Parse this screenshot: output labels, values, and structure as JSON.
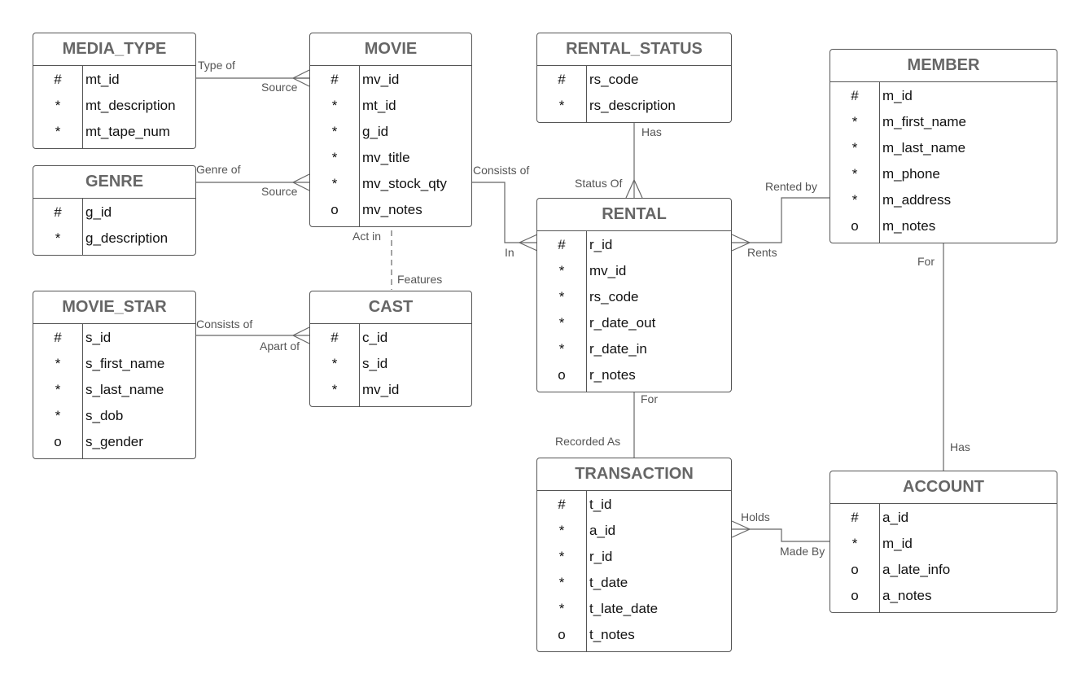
{
  "entities": [
    {
      "id": "media-type",
      "title": "MEDIA_TYPE",
      "fields": [
        {
          "m": "#",
          "n": "mt_id"
        },
        {
          "m": "*",
          "n": "mt_description"
        },
        {
          "m": "*",
          "n": "mt_tape_num"
        }
      ]
    },
    {
      "id": "movie",
      "title": "MOVIE",
      "fields": [
        {
          "m": "#",
          "n": "mv_id"
        },
        {
          "m": "*",
          "n": "mt_id"
        },
        {
          "m": "*",
          "n": "g_id"
        },
        {
          "m": "*",
          "n": "mv_title"
        },
        {
          "m": "*",
          "n": "mv_stock_qty"
        },
        {
          "m": "o",
          "n": "mv_notes"
        }
      ]
    },
    {
      "id": "rental-status",
      "title": "RENTAL_STATUS",
      "fields": [
        {
          "m": "#",
          "n": "rs_code"
        },
        {
          "m": "*",
          "n": "rs_description"
        }
      ]
    },
    {
      "id": "member",
      "title": "MEMBER",
      "fields": [
        {
          "m": "#",
          "n": "m_id"
        },
        {
          "m": "*",
          "n": "m_first_name"
        },
        {
          "m": "*",
          "n": "m_last_name"
        },
        {
          "m": "*",
          "n": "m_phone"
        },
        {
          "m": "*",
          "n": "m_address"
        },
        {
          "m": "o",
          "n": "m_notes"
        }
      ]
    },
    {
      "id": "genre",
      "title": "GENRE",
      "fields": [
        {
          "m": "#",
          "n": "g_id"
        },
        {
          "m": "*",
          "n": "g_description"
        }
      ]
    },
    {
      "id": "rental",
      "title": "RENTAL",
      "fields": [
        {
          "m": "#",
          "n": "r_id"
        },
        {
          "m": "*",
          "n": "mv_id"
        },
        {
          "m": "*",
          "n": "rs_code"
        },
        {
          "m": "*",
          "n": "r_date_out"
        },
        {
          "m": "*",
          "n": "r_date_in"
        },
        {
          "m": "o",
          "n": "r_notes"
        }
      ]
    },
    {
      "id": "movie-star",
      "title": "MOVIE_STAR",
      "fields": [
        {
          "m": "#",
          "n": "s_id"
        },
        {
          "m": "*",
          "n": "s_first_name"
        },
        {
          "m": "*",
          "n": "s_last_name"
        },
        {
          "m": "*",
          "n": "s_dob"
        },
        {
          "m": "o",
          "n": "s_gender"
        }
      ]
    },
    {
      "id": "cast",
      "title": "CAST",
      "fields": [
        {
          "m": "#",
          "n": "c_id"
        },
        {
          "m": "*",
          "n": "s_id"
        },
        {
          "m": "*",
          "n": "mv_id"
        }
      ]
    },
    {
      "id": "transaction",
      "title": "TRANSACTION",
      "fields": [
        {
          "m": "#",
          "n": "t_id"
        },
        {
          "m": "*",
          "n": "a_id"
        },
        {
          "m": "*",
          "n": "r_id"
        },
        {
          "m": "*",
          "n": "t_date"
        },
        {
          "m": "*",
          "n": "t_late_date"
        },
        {
          "m": "o",
          "n": "t_notes"
        }
      ]
    },
    {
      "id": "account",
      "title": "ACCOUNT",
      "fields": [
        {
          "m": "#",
          "n": "a_id"
        },
        {
          "m": "*",
          "n": "m_id"
        },
        {
          "m": "o",
          "n": "a_late_info"
        },
        {
          "m": "o",
          "n": "a_notes"
        }
      ]
    }
  ],
  "labels": {
    "type_of": "Type of",
    "source_mt": "Source",
    "genre_of": "Genre of",
    "source_g": "Source",
    "act_in": "Act in",
    "features": "Features",
    "consists_of_star": "Consists of",
    "apart_of": "Apart of",
    "consists_of_movie": "Consists of",
    "in": "In",
    "has_status": "Has",
    "status_of": "Status Of",
    "rented_by": "Rented by",
    "rents": "Rents",
    "for_member": "For",
    "has_account": "Has",
    "for_rental": "For",
    "recorded_as": "Recorded As",
    "holds": "Holds",
    "made_by": "Made By"
  },
  "colors": {
    "border": "#555555",
    "title": "#666666",
    "line": "#666666"
  }
}
